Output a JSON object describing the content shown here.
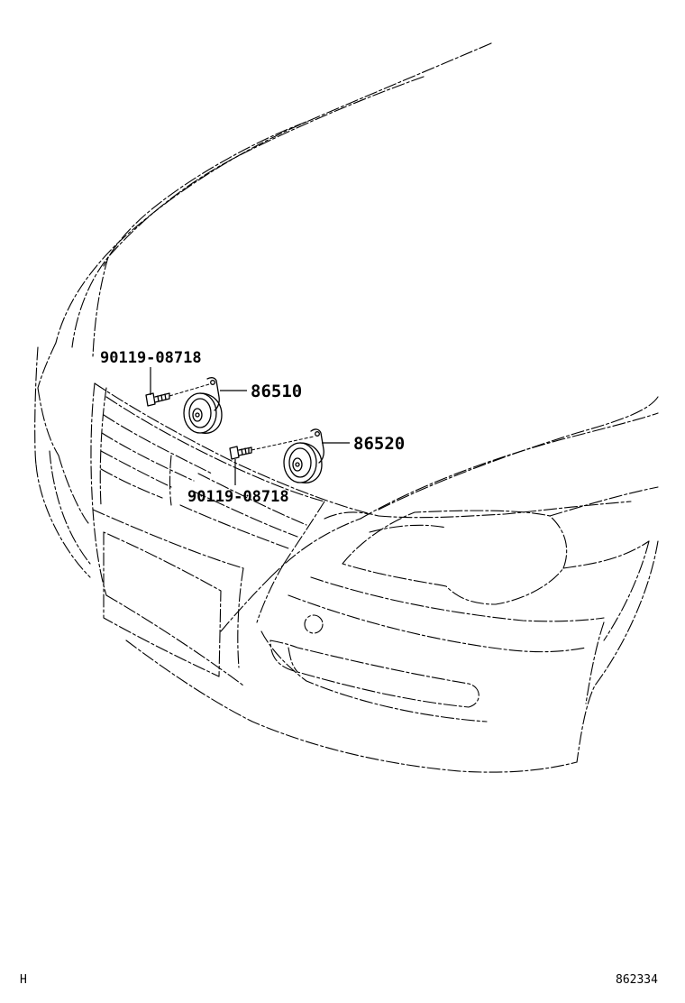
{
  "parts": {
    "bolt_upper": "90119-08718",
    "horn_high": "86510",
    "horn_low": "86520",
    "bolt_lower": "90119-08718"
  },
  "footer": {
    "section_code": "H",
    "figure_number": "862334"
  }
}
